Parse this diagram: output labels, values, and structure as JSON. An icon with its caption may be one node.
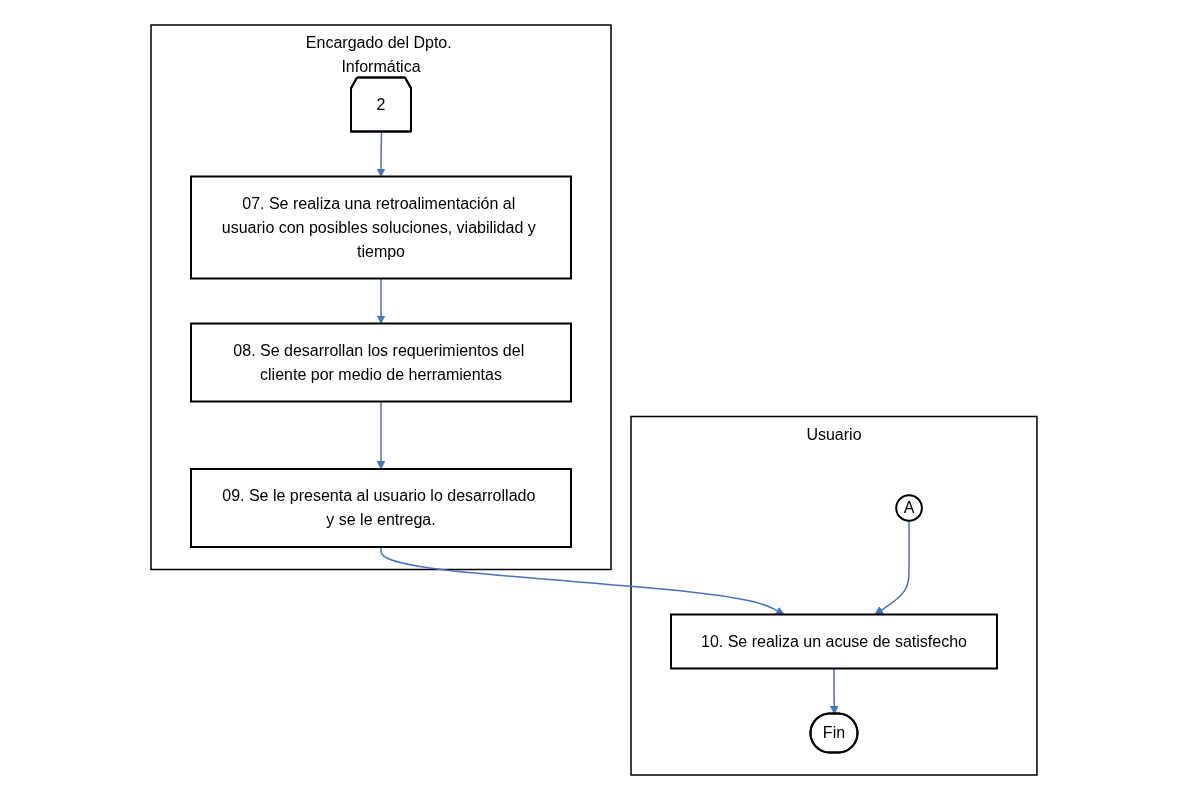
{
  "diagram": {
    "nodes": [
      {
        "text": [
          "Encargado del Dpto. Informática"
        ]
      },
      {
        "text": [
          "2"
        ],
        "in": 0
      },
      {
        "text": [
          "07. Se realiza una retroalimentación al usuario con posibles soluciones, viabilidad y tiempo"
        ],
        "in": 0
      },
      {
        "text": [
          "08. Se desarrollan los requerimientos del cliente por medio de herramientas"
        ],
        "in": 0
      },
      {
        "text": [
          "09. Se le presenta al usuario lo desarrollado y se le entrega."
        ],
        "in": 0
      },
      {
        "text": [
          "Usuario"
        ]
      },
      {
        "text": [
          "A"
        ],
        "in": 5
      },
      {
        "text": [
          "10. Se realiza un acuse de satisfecho"
        ],
        "in": 5
      },
      {
        "text": [
          "Fin"
        ],
        "in": 5
      }
    ],
    "edges": [
      {
        "from": 1,
        "to": 2,
        "arrow": "to"
      },
      {
        "from": 2,
        "to": 3,
        "arrow": "to"
      },
      {
        "from": 3,
        "to": 4,
        "arrow": "to"
      },
      {
        "from": 4,
        "to": 7,
        "arrow": "to"
      },
      {
        "from": 6,
        "to": 7,
        "arrow": "to"
      },
      {
        "from": 7,
        "to": 8,
        "arrow": "to"
      }
    ]
  }
}
